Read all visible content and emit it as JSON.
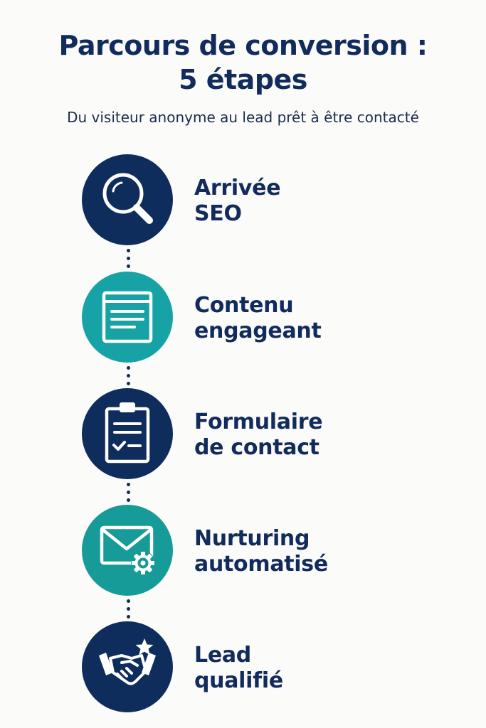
{
  "header": {
    "title_line1": "Parcours de conversion :",
    "title_line2": "5 étapes",
    "subtitle": "Du visiteur anonyme au lead prêt à être contacté"
  },
  "steps": [
    {
      "line1": "Arrivée",
      "line2": "SEO",
      "icon": "magnifier-icon",
      "color": "#0f2d5c"
    },
    {
      "line1": "Contenu",
      "line2": "engageant",
      "icon": "document-icon",
      "color": "#17a3a6"
    },
    {
      "line1": "Formulaire",
      "line2": "de contact",
      "icon": "clipboard-icon",
      "color": "#0f2d5c"
    },
    {
      "line1": "Nurturing",
      "line2": "automatisé",
      "icon": "email-gear-icon",
      "color": "#169b98"
    },
    {
      "line1": "Lead",
      "line2": "qualifié",
      "icon": "handshake-star-icon",
      "color": "#0f2d5c"
    }
  ]
}
